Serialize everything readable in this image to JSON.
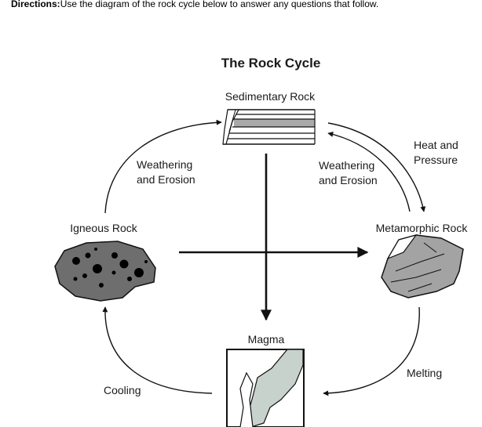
{
  "directions": {
    "label": "Directions:",
    "text": "Use the diagram of the rock cycle below to answer any questions that follow."
  },
  "diagram": {
    "title": "The Rock Cycle",
    "nodes": {
      "sedimentary": "Sedimentary Rock",
      "metamorphic": "Metamorphic Rock",
      "igneous": "Igneous Rock",
      "magma": "Magma"
    },
    "processes": {
      "weathering_left_1": "Weathering",
      "weathering_left_2": "and Erosion",
      "weathering_right_1": "Weathering",
      "weathering_right_2": "and Erosion",
      "heat_1": "Heat and",
      "heat_2": "Pressure",
      "melting": "Melting",
      "cooling": "Cooling"
    }
  }
}
